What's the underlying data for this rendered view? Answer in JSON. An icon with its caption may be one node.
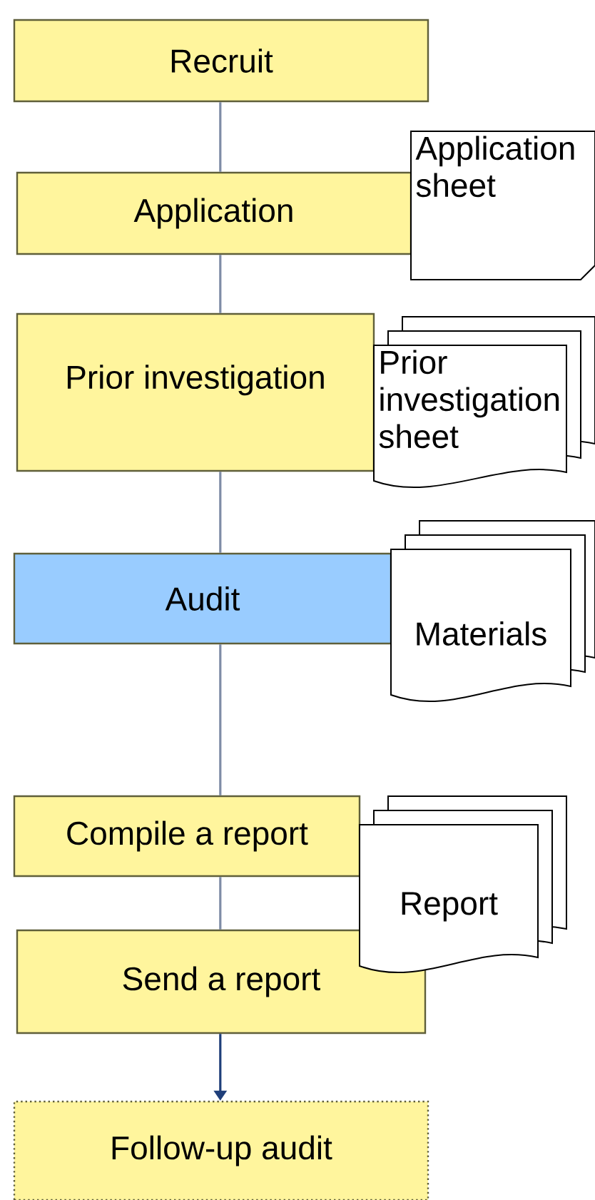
{
  "diagram": {
    "nodes": [
      {
        "text": [
          "Recruit"
        ]
      },
      {
        "text": [
          "Application"
        ]
      },
      {
        "text": [
          "Prior investigation"
        ]
      },
      {
        "text": [
          "Audit"
        ]
      },
      {
        "text": [
          "Compile a report"
        ]
      },
      {
        "text": [
          "Send a report"
        ]
      },
      {
        "text": [
          "Follow-up audit"
        ]
      },
      {
        "text": [
          "Application sheet"
        ]
      },
      {
        "text": [
          "Prior investigation sheet"
        ]
      },
      {
        "text": [
          "Materials"
        ]
      },
      {
        "text": [
          "Report"
        ]
      }
    ],
    "edges": [
      {
        "from": 0,
        "to": 1,
        "arrow": "none"
      },
      {
        "from": 1,
        "to": 2,
        "arrow": "none"
      },
      {
        "from": 2,
        "to": 3,
        "arrow": "none"
      },
      {
        "from": 3,
        "to": 4,
        "arrow": "none"
      },
      {
        "from": 4,
        "to": 5,
        "arrow": "none"
      },
      {
        "from": 5,
        "to": 6,
        "arrow": "to",
        "color": "#1f3f7a"
      }
    ]
  }
}
